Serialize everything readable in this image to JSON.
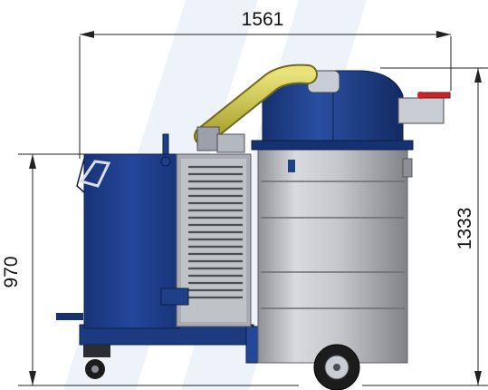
{
  "dimensions": {
    "width_label": "1561",
    "height_left_label": "970",
    "height_right_label": "1333"
  },
  "colors": {
    "body_blue": "#1f3f86",
    "body_blue_dark": "#132a63",
    "tank_grey": "#b9bcc2",
    "hose_yellow": "#d6cf45",
    "valve_red": "#c8242a",
    "watermark": "#eaf0f8"
  },
  "icons": {
    "watermark": "watermark-slash-logo",
    "valve": "valve-handle-icon",
    "wheel": "wheel-icon"
  }
}
